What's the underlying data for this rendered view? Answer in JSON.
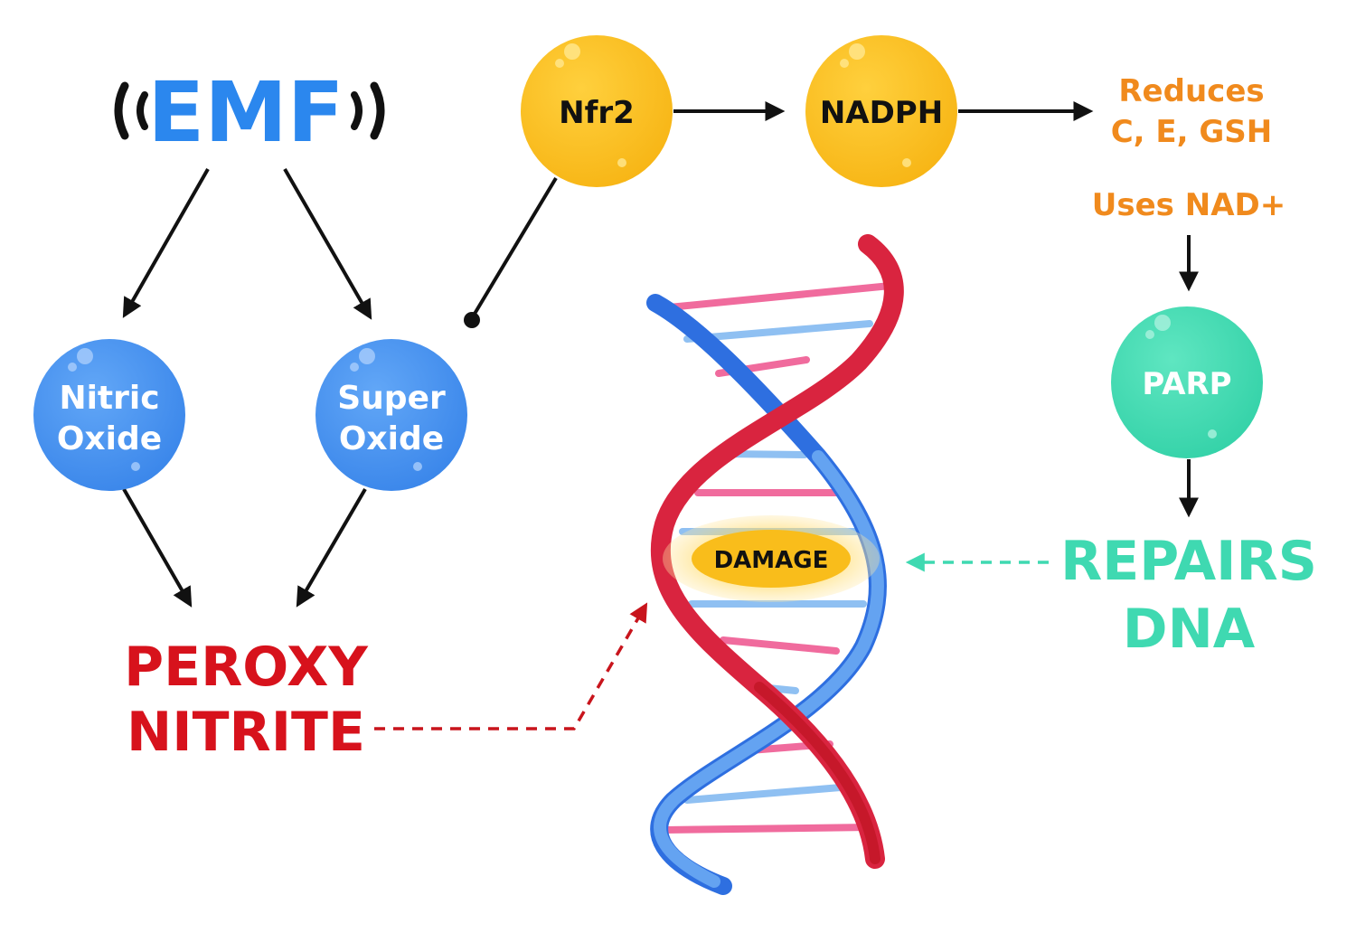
{
  "emf": {
    "label": "EMF"
  },
  "nodes": {
    "nitric_oxide": {
      "line1": "Nitric",
      "line2": "Oxide"
    },
    "super_oxide": {
      "line1": "Super",
      "line2": "Oxide"
    },
    "nfr2": {
      "label": "Nfr2"
    },
    "nadph": {
      "label": "NADPH"
    },
    "parp": {
      "label": "PARP"
    },
    "damage": {
      "label": "DAMAGE"
    }
  },
  "labels": {
    "reduces_line1": "Reduces",
    "reduces_line2": "C, E, GSH",
    "uses_nad": "Uses NAD+",
    "peroxy_line1": "PEROXY",
    "peroxy_line2": "NITRITE",
    "repairs_line1": "REPAIRS",
    "repairs_line2": "DNA"
  },
  "colors": {
    "blue_text": "#2b87ee",
    "blue_node": "#3f8ff0",
    "yellow_node": "#fbbf1f",
    "green_node": "#3fd9b1",
    "green_text": "#3fd9b1",
    "orange_text": "#f08a1d",
    "red_text": "#d7121c",
    "strand_red": "#d9243f",
    "strand_blue": "#2e6fe0"
  },
  "icons": [
    "signal-waves-icon",
    "dna-helix-icon"
  ]
}
